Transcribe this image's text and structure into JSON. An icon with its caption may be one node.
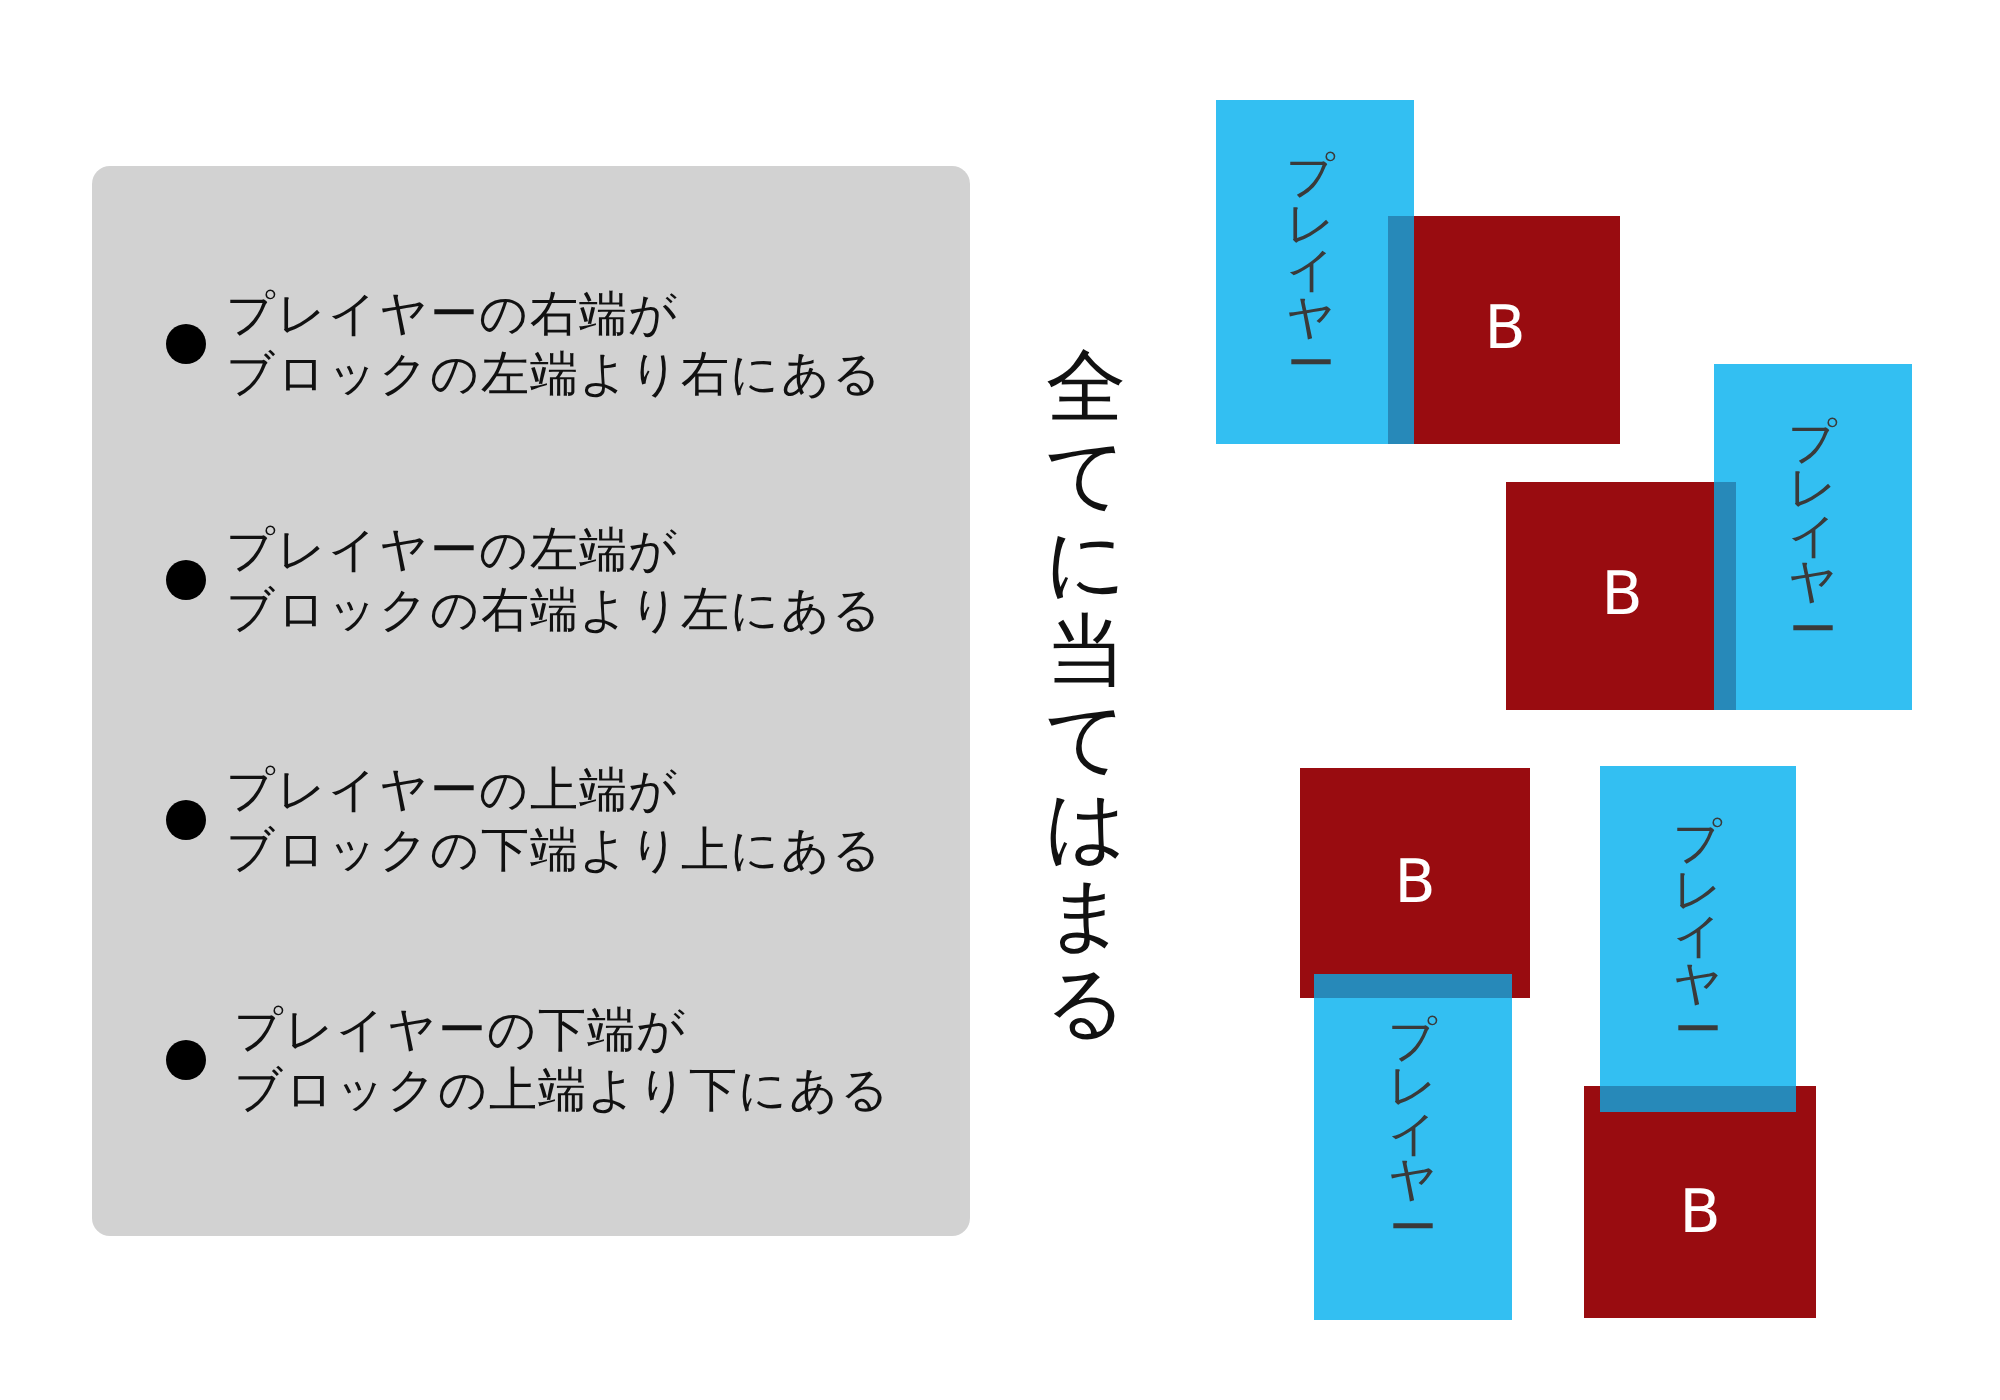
{
  "diagram": {
    "nodes": [
      {
        "text": [
          "プレイヤーの右端がブロックの左端より右にある",
          "プレイヤーの左端がブロックの右端より左にある",
          "プレイヤーの上端がブロックの下端より上にある",
          "プレイヤーの下端がブロックの上端より下にある"
        ]
      },
      {
        "text": [
          "プレイヤー"
        ]
      },
      {
        "text": [
          "B"
        ]
      },
      {
        "text": [
          "B"
        ]
      },
      {
        "text": [
          "プレイヤー"
        ]
      },
      {
        "text": [
          "B"
        ]
      },
      {
        "text": [
          "プレイヤー"
        ]
      },
      {
        "text": [
          "プレイヤー"
        ]
      },
      {
        "text": [
          "B"
        ]
      }
    ],
    "labels": [
      "全てに当てはまる"
    ]
  }
}
